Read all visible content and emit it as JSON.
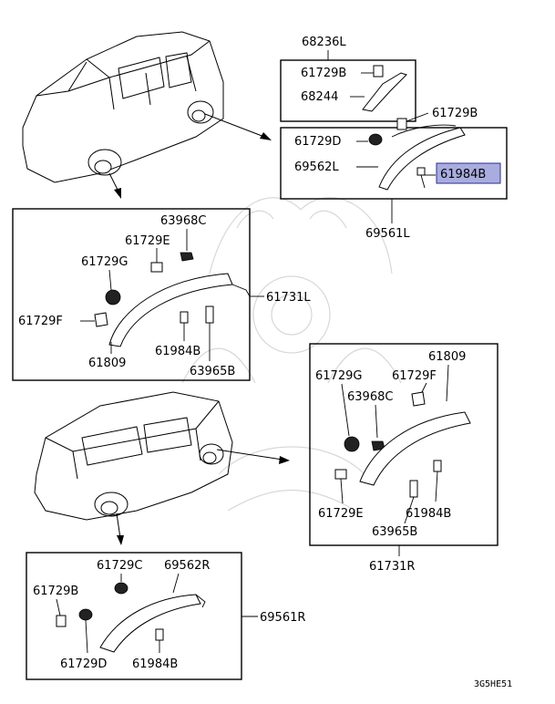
{
  "labels": {
    "p68236L": "68236L",
    "p61729B_top": "61729B",
    "p68244": "68244",
    "p61729B_mid": "61729B",
    "p61729D_top": "61729D",
    "p69562L": "69562L",
    "p61984B_hl": "61984B",
    "p69561L": "69561L",
    "p63968C_left": "63968C",
    "p61729E_left": "61729E",
    "p61729G_left": "61729G",
    "p61731L": "61731L",
    "p61729F_left": "61729F",
    "p61984B_left": "61984B",
    "p61809_left": "61809",
    "p63965B_left": "63965B",
    "p61809_right": "61809",
    "p61729G_right": "61729G",
    "p61729F_right": "61729F",
    "p63968C_right": "63968C",
    "p61729E_right": "61729E",
    "p61984B_right": "61984B",
    "p63965B_right": "63965B",
    "p61731R": "61731R",
    "p61729C": "61729C",
    "p69562R": "69562R",
    "p61729B_bot": "61729B",
    "p69561R": "69561R",
    "p61729D_bot": "61729D",
    "p61984B_bot": "61984B",
    "diagram_code": "3G5HE51"
  },
  "colors": {
    "highlight_fill": "#a9acdf",
    "highlight_stroke": "#2a2f8a",
    "watermark": "#d8d8d8"
  }
}
